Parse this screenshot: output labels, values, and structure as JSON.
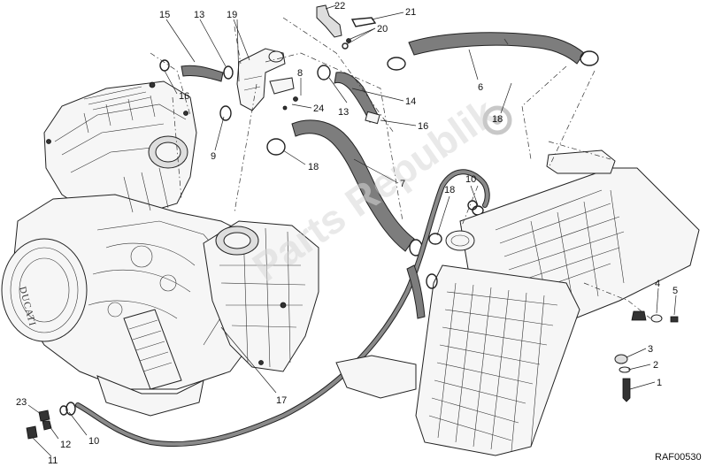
{
  "callouts": [
    {
      "id": "c15",
      "text": "15"
    },
    {
      "id": "c13a",
      "text": "13"
    },
    {
      "id": "c19",
      "text": "19"
    },
    {
      "id": "c22",
      "text": "22"
    },
    {
      "id": "c21",
      "text": "21"
    },
    {
      "id": "c20",
      "text": "20"
    },
    {
      "id": "c8",
      "text": "8"
    },
    {
      "id": "c6",
      "text": "6"
    },
    {
      "id": "c18a",
      "text": "18"
    },
    {
      "id": "c16a",
      "text": "16"
    },
    {
      "id": "c24",
      "text": "24"
    },
    {
      "id": "c13b",
      "text": "13"
    },
    {
      "id": "c14",
      "text": "14"
    },
    {
      "id": "c16b",
      "text": "16"
    },
    {
      "id": "c9",
      "text": "9"
    },
    {
      "id": "c18b",
      "text": "18"
    },
    {
      "id": "c7",
      "text": "7"
    },
    {
      "id": "c18c",
      "text": "18"
    },
    {
      "id": "c10a",
      "text": "10"
    },
    {
      "id": "c4",
      "text": "4"
    },
    {
      "id": "c5",
      "text": "5"
    },
    {
      "id": "c3",
      "text": "3"
    },
    {
      "id": "c2",
      "text": "2"
    },
    {
      "id": "c1",
      "text": "1"
    },
    {
      "id": "c17",
      "text": "17"
    },
    {
      "id": "c23",
      "text": "23"
    },
    {
      "id": "c12",
      "text": "12"
    },
    {
      "id": "c10b",
      "text": "10"
    },
    {
      "id": "c11",
      "text": "11"
    }
  ],
  "reference_code": "RAF00530",
  "engine_logo_text": "DUCATI",
  "watermark_text": "Parts Republik",
  "colors": {
    "line": "#222222",
    "hose_fill": "#7d7d7d",
    "watermark": "#d8d8d8",
    "background": "#ffffff"
  }
}
